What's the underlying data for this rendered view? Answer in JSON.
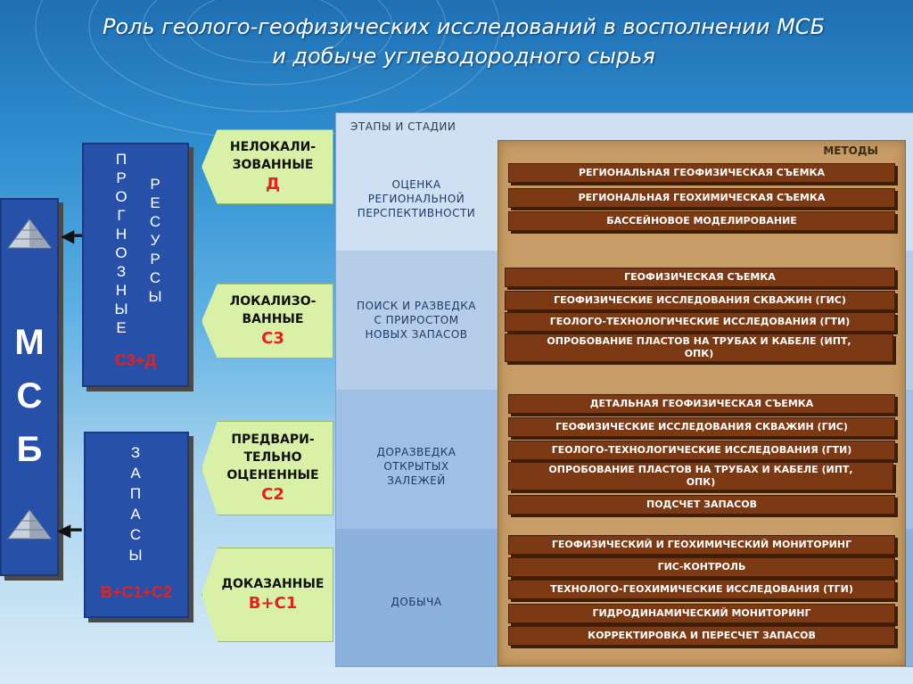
{
  "title": {
    "line1": "Роль геолого-геофизических исследований в восполнении МСБ",
    "line2": "и добыче углеводородного сырья"
  },
  "msb": {
    "letters": [
      "М",
      "С",
      "Б"
    ]
  },
  "prognostic": {
    "col1": [
      "П",
      "Р",
      "О",
      "Г",
      "Н",
      "О",
      "З",
      "Н",
      "Ы",
      "Е"
    ],
    "col2": [
      "Р",
      "Е",
      "С",
      "У",
      "Р",
      "С",
      "Ы"
    ],
    "formula": "С3+Д"
  },
  "reserves": {
    "col": [
      "З",
      "А",
      "П",
      "А",
      "С",
      "Ы"
    ],
    "formula": "В+С1+С2"
  },
  "categories": [
    {
      "label1": "НЕЛОКАЛИ-",
      "label2": "ЗОВАННЫЕ",
      "label3": "",
      "code": "Д"
    },
    {
      "label1": "ЛОКАЛИЗО-",
      "label2": "ВАННЫЕ",
      "label3": "",
      "code": "С3"
    },
    {
      "label1": "ПРЕДВАРИ-",
      "label2": "ТЕЛЬНО",
      "label3": "ОЦЕНЕННЫЕ",
      "code": "С2"
    },
    {
      "label1": "ДОКАЗАННЫЕ",
      "label2": "",
      "label3": "",
      "code": "В+С1"
    }
  ],
  "stages_header": "ЭТАПЫ И СТАДИИ",
  "stages": [
    {
      "l1": "ОЦЕНКА",
      "l2": "РЕГИОНАЛЬНОЙ",
      "l3": "ПЕРСПЕКТИВНОСТИ"
    },
    {
      "l1": "ПОИСК И РАЗВЕДКА",
      "l2": "С ПРИРОСТОМ",
      "l3": "НОВЫХ ЗАПАСОВ"
    },
    {
      "l1": "ДОРАЗВЕДКА",
      "l2": "ОТКРЫТЫХ",
      "l3": "ЗАЛЕЖЕЙ"
    },
    {
      "l1": "ДОБЫЧА",
      "l2": "",
      "l3": ""
    }
  ],
  "methods_header": "МЕТОДЫ",
  "methods": [
    "РЕГИОНАЛЬНАЯ ГЕОФИЗИЧЕСКАЯ  СЪЕМКА",
    "РЕГИОНАЛЬНАЯ ГЕОХИМИЧЕСКАЯ  СЪЕМКА",
    "БАССЕЙНОВОЕ МОДЕЛИРОВАНИЕ",
    "ГЕОФИЗИЧЕСКАЯ СЪЕМКА",
    "ГЕОФИЗИЧЕСКИЕ ИССЛЕДОВАНИЯ СКВАЖИН (ГИС)",
    "ГЕОЛОГО-ТЕХНОЛОГИЧЕСКИЕ ИССЛЕДОВАНИЯ (ГТИ)",
    "ОПРОБОВАНИЕ ПЛАСТОВ НА ТРУБАХ И КАБЕЛЕ (ИПТ, ОПК)",
    "ДЕТАЛЬНАЯ ГЕОФИЗИЧЕСКАЯ СЪЕМКА",
    "ГЕОФИЗИЧЕСКИЕ ИССЛЕДОВАНИЯ СКВАЖИН (ГИС)",
    "ГЕОЛОГО-ТЕХНОЛОГИЧЕСКИЕ ИССЛЕДОВАНИЯ (ГТИ)",
    "ОПРОБОВАНИЕ ПЛАСТОВ НА ТРУБАХ И КАБЕЛЕ (ИПТ, ОПК)",
    "ПОДСЧЕТ ЗАПАСОВ",
    "ГЕОФИЗИЧЕСКИЙ И ГЕОХИМИЧЕСКИЙ МОНИТОРИНГ",
    "ГИС-КОНТРОЛЬ",
    "ТЕХНОЛОГО-ГЕОХИМИЧЕСКИЕ ИССЛЕДОВАНИЯ (ТГИ)",
    "ГИДРОДИНАМИЧЕСКИЙ МОНИТОРИНГ",
    "КОРРЕКТИРОВКА И ПЕРЕСЧЕТ ЗАПАСОВ"
  ],
  "colors": {
    "navy_box": "#2750a8",
    "green_arrow": "#d8f1a6",
    "methods_bar": "#7b3a14",
    "methods_panel": "#c79c66",
    "accent_red": "#e8201a"
  }
}
